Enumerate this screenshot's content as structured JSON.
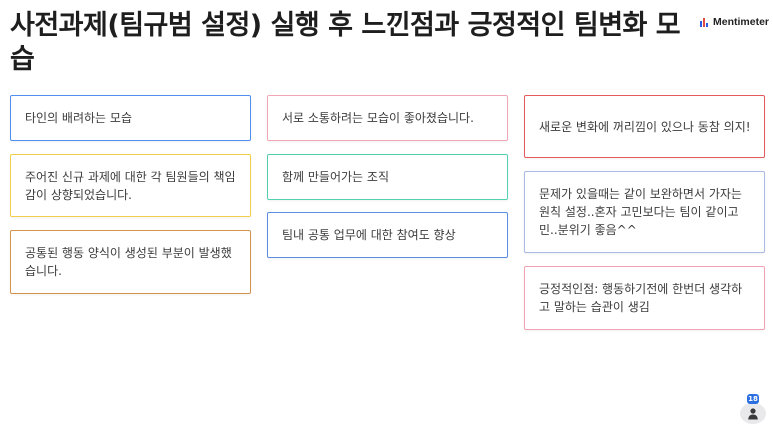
{
  "title": "사전과제(팀규범 설정) 실행 후 느낀점과 긍정적인 팀변화 모습",
  "brand": {
    "name": "Mentimeter",
    "icon": "mentimeter-bars-icon"
  },
  "columns": [
    [
      {
        "text": "타인의 배려하는 모습",
        "color": "#4f8ff0"
      },
      {
        "text": "주어진 신규 과제에 대한 각 팀원들의 책임감이 상향되었습니다.",
        "color": "#f2cf4a"
      },
      {
        "text": "공통된 행동 양식이 생성된 부분이 발생했습니다.",
        "color": "#d49551"
      }
    ],
    [
      {
        "text": "서로 소통하려는 모습이 좋아졌습니다.",
        "color": "#f0a7b6"
      },
      {
        "text": "함께 만들어가는 조직",
        "color": "#54d0b0"
      },
      {
        "text": "팀내 공통 업무에 대한 참여도 향상",
        "color": "#5b8edd"
      }
    ],
    [
      {
        "text": "새로운 변화에 꺼리낌이 있으나 동참 의지!",
        "color": "#e35b5b"
      },
      {
        "text": "문제가 있을때는 같이 보완하면서 가자는 원칙 설정..혼자 고민보다는 팀이 같이고민..분위기 좋음^^",
        "color": "#a9b8e4"
      },
      {
        "text": "긍정적인점: 행동하기전에 한번더 생각하고 말하는 습관이 생김",
        "color": "#f2a3b3"
      }
    ]
  ],
  "audience": {
    "count": "18",
    "icon": "person-icon"
  }
}
